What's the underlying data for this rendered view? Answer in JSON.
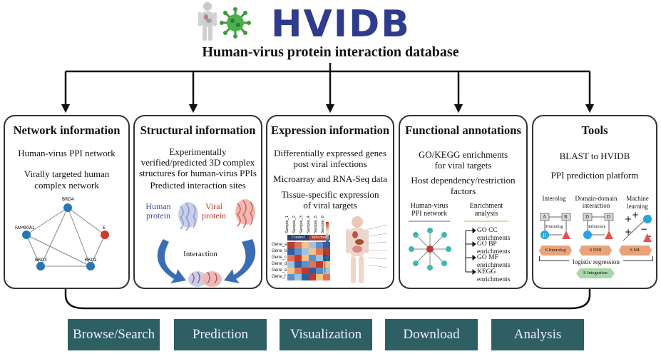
{
  "header": {
    "title": "HVIDB",
    "subtitle": "Human-virus protein interaction database"
  },
  "panels": {
    "network": {
      "title": "Network information",
      "line1": "Human-virus PPI network",
      "line2a": "Virally targeted human",
      "line2b": "complex network",
      "nodes": [
        "BRD4",
        "FAM90A1",
        "E",
        "BRD3",
        "BRD2"
      ]
    },
    "structural": {
      "title": "Structural information",
      "line1a": "Experimentally",
      "line1b": "verified/predicted 3D complex",
      "line1c": "structures for human-virus PPIs",
      "line2": "Predicted interaction sites",
      "human_label_a": "Human",
      "human_label_b": "protein",
      "viral_label_a": "Viral",
      "viral_label_b": "protein",
      "interaction": "Interaction"
    },
    "expression": {
      "title": "Expression information",
      "line1a": "Differentially expressed genes",
      "line1b": "post viral infections",
      "line2": "Microarray and RNA-Seq data",
      "line3a": "Tissue-specific expression",
      "line3b": "of viral targets",
      "genes": [
        "Gene_a",
        "Gene_b",
        "Gene_c",
        "Gene_d",
        "Gene_e",
        "Gene_f"
      ],
      "samples": [
        "Sample_1",
        "Sample_2",
        "Sample_3",
        "Sample_4",
        "Sample_5",
        "Sample_6"
      ],
      "group_control": "Control",
      "group_infection": "Infection",
      "scale_label": "log expression"
    },
    "functional": {
      "title": "Functional annotations",
      "line1a": "GO/KEGG enrichments",
      "line1b": "for viral targets",
      "line2a": "Host dependency/restriction",
      "line2b": "factors",
      "col1a": "Human-virus",
      "col1b": "PPI network",
      "col2a": "Enrichment",
      "col2b": "analysis",
      "enrichments": [
        "GO CC enrichments",
        "GO BP enrichments",
        "GO MF enrichments",
        "KEGG enrichments"
      ]
    },
    "tools": {
      "title": "Tools",
      "line1": "BLAST to HVIDB",
      "line2": "PPI prediction platform",
      "method1": "Interolog",
      "method2a": "Domain-domain",
      "method2b": "interaction",
      "method3": "Machine learning",
      "homolog": "Homolog",
      "inference": "Inference",
      "node_a": "A",
      "node_b": "B",
      "node_h": "H",
      "node_d1": "D",
      "node_d2": "D",
      "score1": "S Interolog",
      "score2": "S DDI",
      "score3": "S ML",
      "regression": "logistic regression",
      "integration": "S Integration"
    }
  },
  "nav": [
    "Browse/Search",
    "Prediction",
    "Visualization",
    "Download",
    "Analysis"
  ],
  "colors": {
    "title": "#2f3b8c",
    "nav_bg": "#2e5f63",
    "node_blue": "#2677b5",
    "node_red": "#d13a2e",
    "score_orange": "#e9a27a",
    "integration_green": "#a9d8a6"
  }
}
